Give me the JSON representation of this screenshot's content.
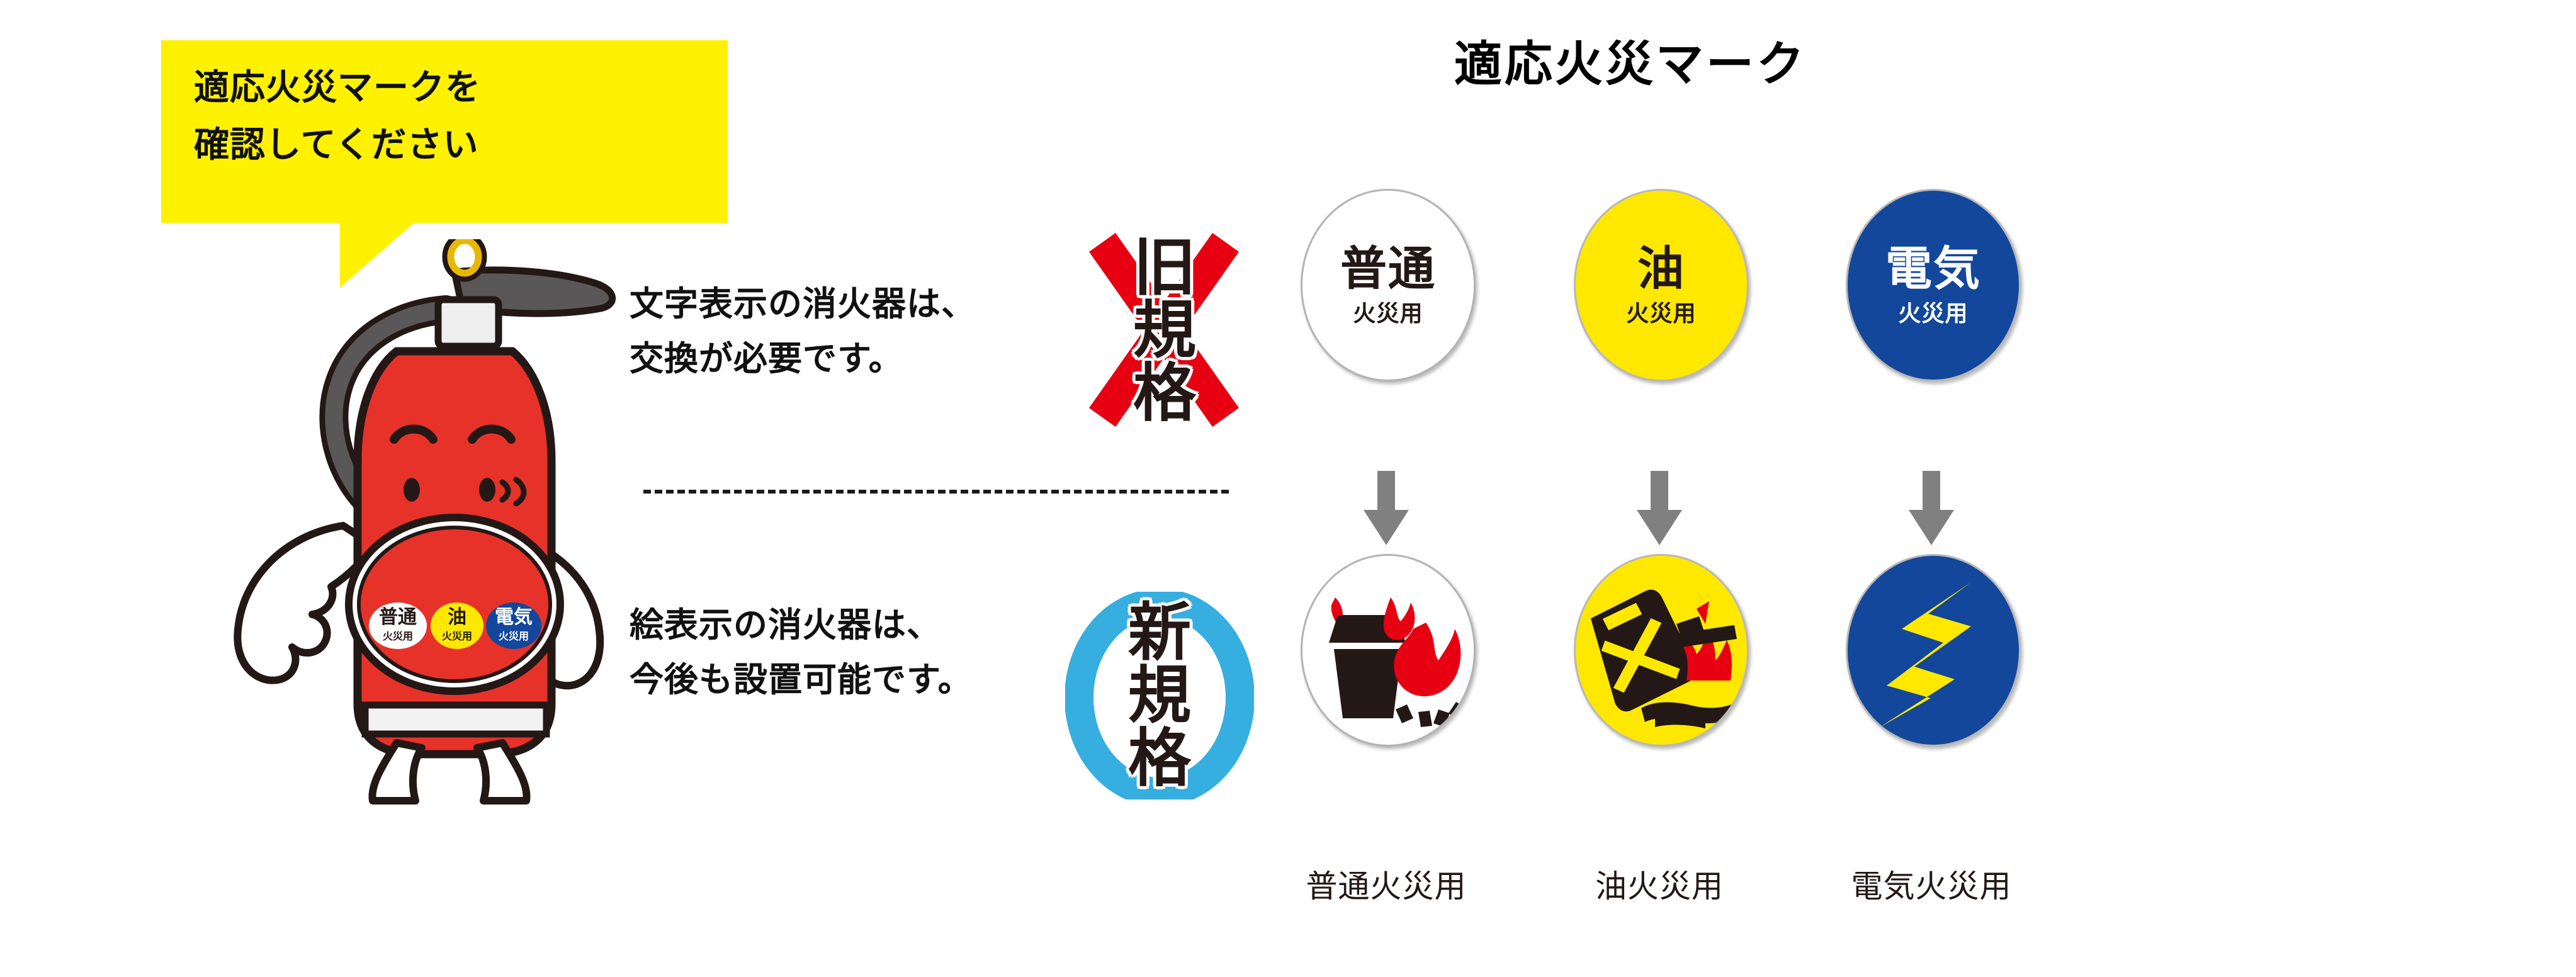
{
  "title": "適応火災マーク",
  "speech_bubble": {
    "line1": "適応火災マークを",
    "line2": "確認してください",
    "text": "適応火災マークを\n確認してください",
    "bg_color": "#FFF200",
    "text_color": "#111111"
  },
  "notes": {
    "old": {
      "line1": "文字表示の消火器は、",
      "line2": "交換が必要です。",
      "text": "文字表示の消火器は、\n交換が必要です。"
    },
    "new": {
      "line1": "絵表示の消火器は、",
      "line2": "今後も設置可能です。",
      "text": "絵表示の消火器は、\n今後も設置可能です。"
    }
  },
  "stamps": {
    "old": {
      "chars": [
        "旧",
        "規",
        "格"
      ],
      "label": "旧規格",
      "overlay": "red-x",
      "overlay_color": "#E60012",
      "text_color": "#231815"
    },
    "new": {
      "chars": [
        "新",
        "規",
        "格"
      ],
      "label": "新規格",
      "overlay": "blue-circle",
      "overlay_color": "#36AEE0",
      "text_color": "#231815"
    }
  },
  "marks": {
    "text_row": [
      {
        "big": "普通",
        "small": "火災用",
        "bg": "#FFFFFF",
        "ink": "#231815",
        "border": "#B3B3B3"
      },
      {
        "big": "油",
        "small": "火災用",
        "bg": "#FFE800",
        "ink": "#231815",
        "border": "#B8B8B8"
      },
      {
        "big": "電気",
        "small": "火災用",
        "bg": "#12479B",
        "ink": "#FFFFFF",
        "border": "#B8B8B8"
      }
    ],
    "picto_row": [
      {
        "icon": "trash-flame-icon",
        "bg": "#FFFFFF",
        "caption": "普通火災用"
      },
      {
        "icon": "oil-can-flame-icon",
        "bg": "#FFE800",
        "caption": "油火災用"
      },
      {
        "icon": "lightning-bolt-icon",
        "bg": "#12479B",
        "caption": "電気火災用"
      }
    ],
    "arrow_color": "#808080"
  },
  "mascot": {
    "name": "fire-extinguisher-character",
    "body_color": "#E7322A",
    "badges": [
      {
        "big": "普通",
        "small": "火災用",
        "bg": "#FFFFFF",
        "ink": "#231815"
      },
      {
        "big": "油",
        "small": "火災用",
        "bg": "#FFE800",
        "ink": "#231815"
      },
      {
        "big": "電気",
        "small": "火災用",
        "bg": "#12479B",
        "ink": "#FFFFFF"
      }
    ]
  }
}
